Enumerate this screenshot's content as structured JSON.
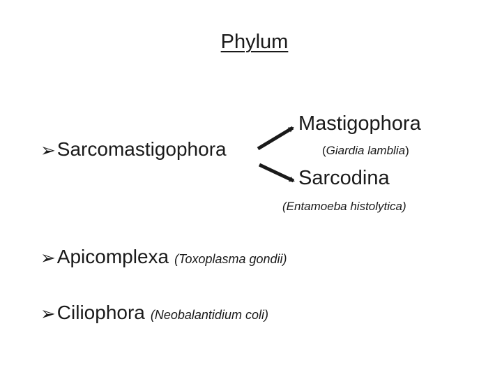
{
  "slide": {
    "title": "Phylum",
    "bullet_icon": "arrow-bullet-icon",
    "items": [
      {
        "term": "Sarcomastigophora",
        "subgroups": [
          {
            "name": "Mastigophora",
            "example_open": "(",
            "example": "Giardia lamblia",
            "example_close": ")"
          },
          {
            "name": "Sarcodina",
            "example": "(Entamoeba histolytica)"
          }
        ]
      },
      {
        "term": "Apicomplexa",
        "example": "(Toxoplasma gondii)"
      },
      {
        "term": "Ciliophora",
        "example": "(Neobalantidium coli)"
      }
    ],
    "colors": {
      "text": "#1a1a1a",
      "arrow": "#1a1a1a",
      "background": "#ffffff"
    }
  }
}
